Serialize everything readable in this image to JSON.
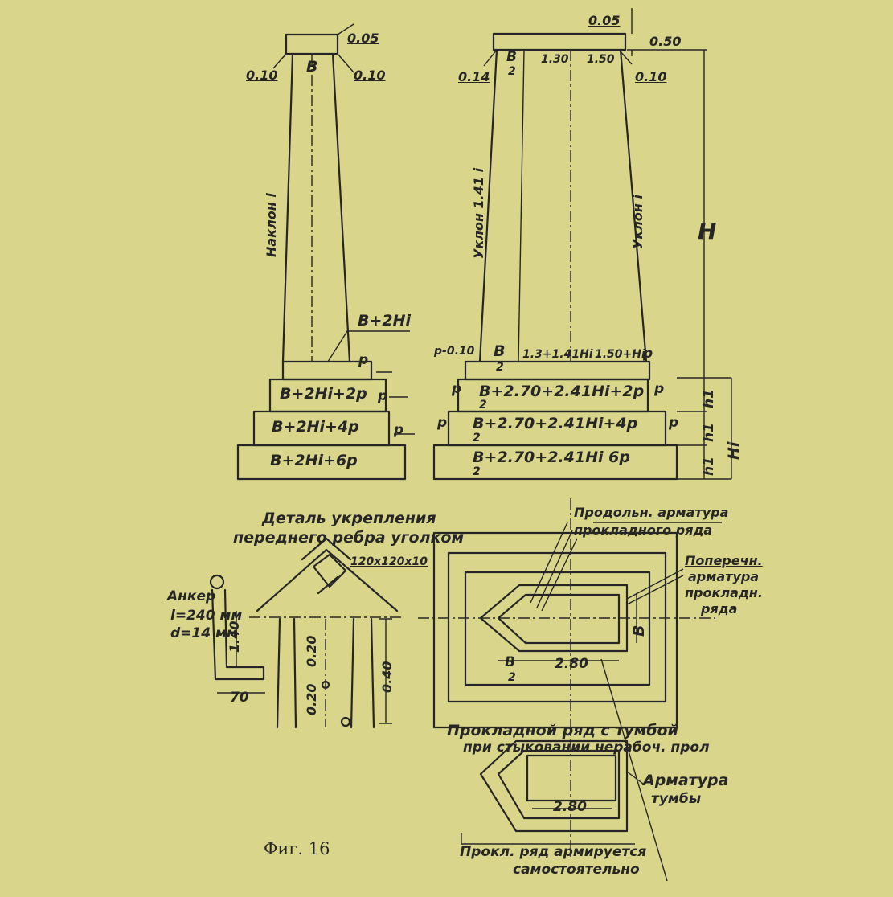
{
  "figure_caption": "Фиг. 16",
  "left_pier": {
    "top_dim": "0.05",
    "cap_left_dim": "0.10",
    "cap_center": "B",
    "cap_right_dim": "0.10",
    "side_label": "Наклон i",
    "base_label": "B+2Hi",
    "offset_p": "p",
    "step_labels": [
      "B+2Hi+2p",
      "B+2Hi+4p",
      "B+2Hi+6p"
    ]
  },
  "right_pier": {
    "top_dim": "0.05",
    "top_right_dim": "0.50",
    "cap_b": "B",
    "cap_b_den": "2",
    "cap_mid": "1.30",
    "cap_right": "1.50",
    "left_dim": "0.14",
    "right_dim": "0.10",
    "left_slope_label": "Уклон 1.41 i",
    "right_slope_label": "Уклон i",
    "height_label": "H",
    "base_left": "p-0.10",
    "base_b": "B",
    "base_b_den": "2",
    "base_mid": "1.3+1.41Hi",
    "base_right": "1.50+Hi",
    "offset_p": "p",
    "step_labels": [
      "B+2.70+2.41Hi+2p",
      "B+2.70+2.41Hi+4p",
      "B+2.70+2.41Hi 6p"
    ],
    "step_den": "2",
    "side_h1": "h1",
    "side_hi": "Hi"
  },
  "detail": {
    "title_line1": "Деталь укрепления",
    "title_line2": "переднего ребра уголком",
    "angle_label": "120x120x10",
    "anchor_title": "Анкер",
    "anchor_l": "l=240 мм",
    "anchor_d": "d=14 мм",
    "dim_140": "1.40",
    "dim_70": "70",
    "dim_020a": "0.20",
    "dim_020b": "0.20",
    "dim_040": "0.40"
  },
  "plan": {
    "long_reinf_line1": "Продольн. арматура",
    "long_reinf_line2": "прокладного ряда",
    "trans_reinf": [
      "Поперечн.",
      "арматура",
      "прокладн.",
      "ряда"
    ],
    "dim_b": "B",
    "dim_b_plan": "B",
    "dim_b_den": "2",
    "dim_280": "2.80"
  },
  "bottom": {
    "title_line1": "Прокладной ряд с тумбой",
    "title_line2": "при стыковании нерабоч. прол",
    "reinf_line1": "Арматура",
    "reinf_line2": "тумбы",
    "dim_280": "2.80",
    "note_line1": "Прокл. ряд армируется",
    "note_line2": "самостоятельно"
  }
}
